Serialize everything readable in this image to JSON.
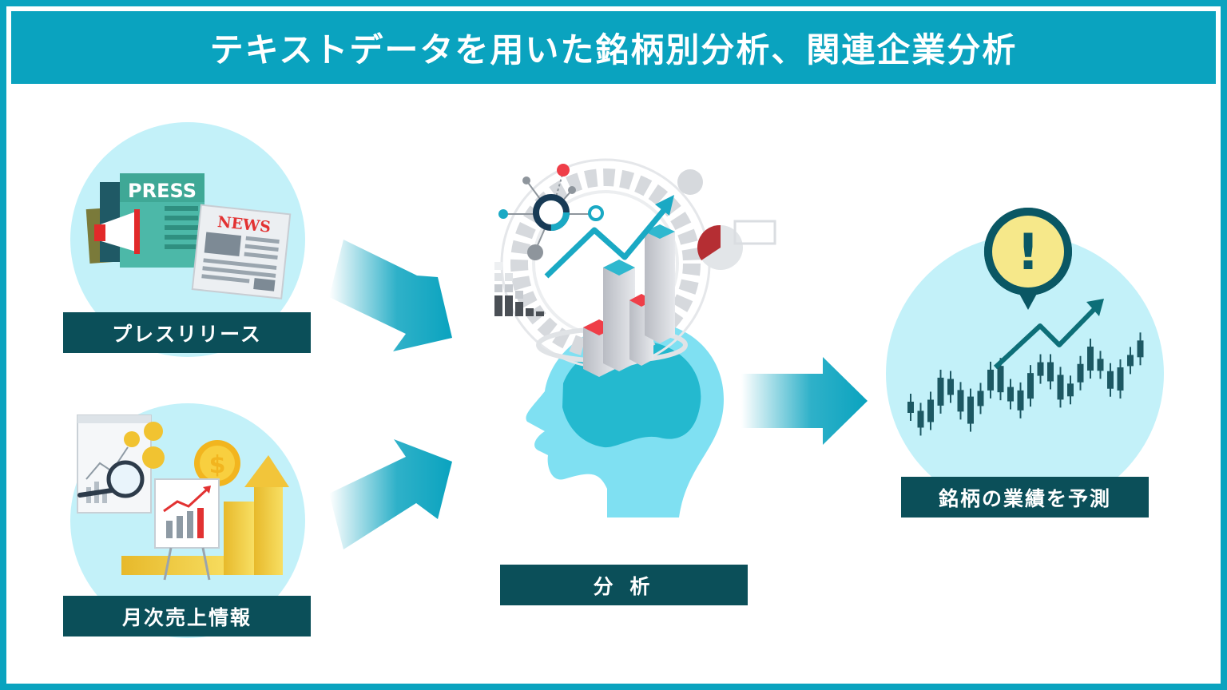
{
  "title": "テキストデータを用いた銘柄別分析、関連企業分析",
  "inputs": [
    {
      "label": "プレスリリース",
      "icon": "press-news-icon",
      "badge_text_1": "PRESS",
      "badge_text_2": "NEWS"
    },
    {
      "label": "月次売上情報",
      "icon": "sales-report-icon",
      "currency_symbol": "$"
    }
  ],
  "analysis": {
    "label": "分 析",
    "icon": "ai-head-icon"
  },
  "output": {
    "label": "銘柄の業績を予測",
    "icon": "stock-chart-icon",
    "alert_symbol": "!"
  },
  "colors": {
    "frame": "#0aa3bf",
    "label_bg": "#0b4f59",
    "circle_bg": "#c3f1f9",
    "head": "#7fe0f2",
    "arrow": "#0aa3bf",
    "accent_red": "#ef3e48",
    "alert_yellow": "#f6e88a"
  }
}
